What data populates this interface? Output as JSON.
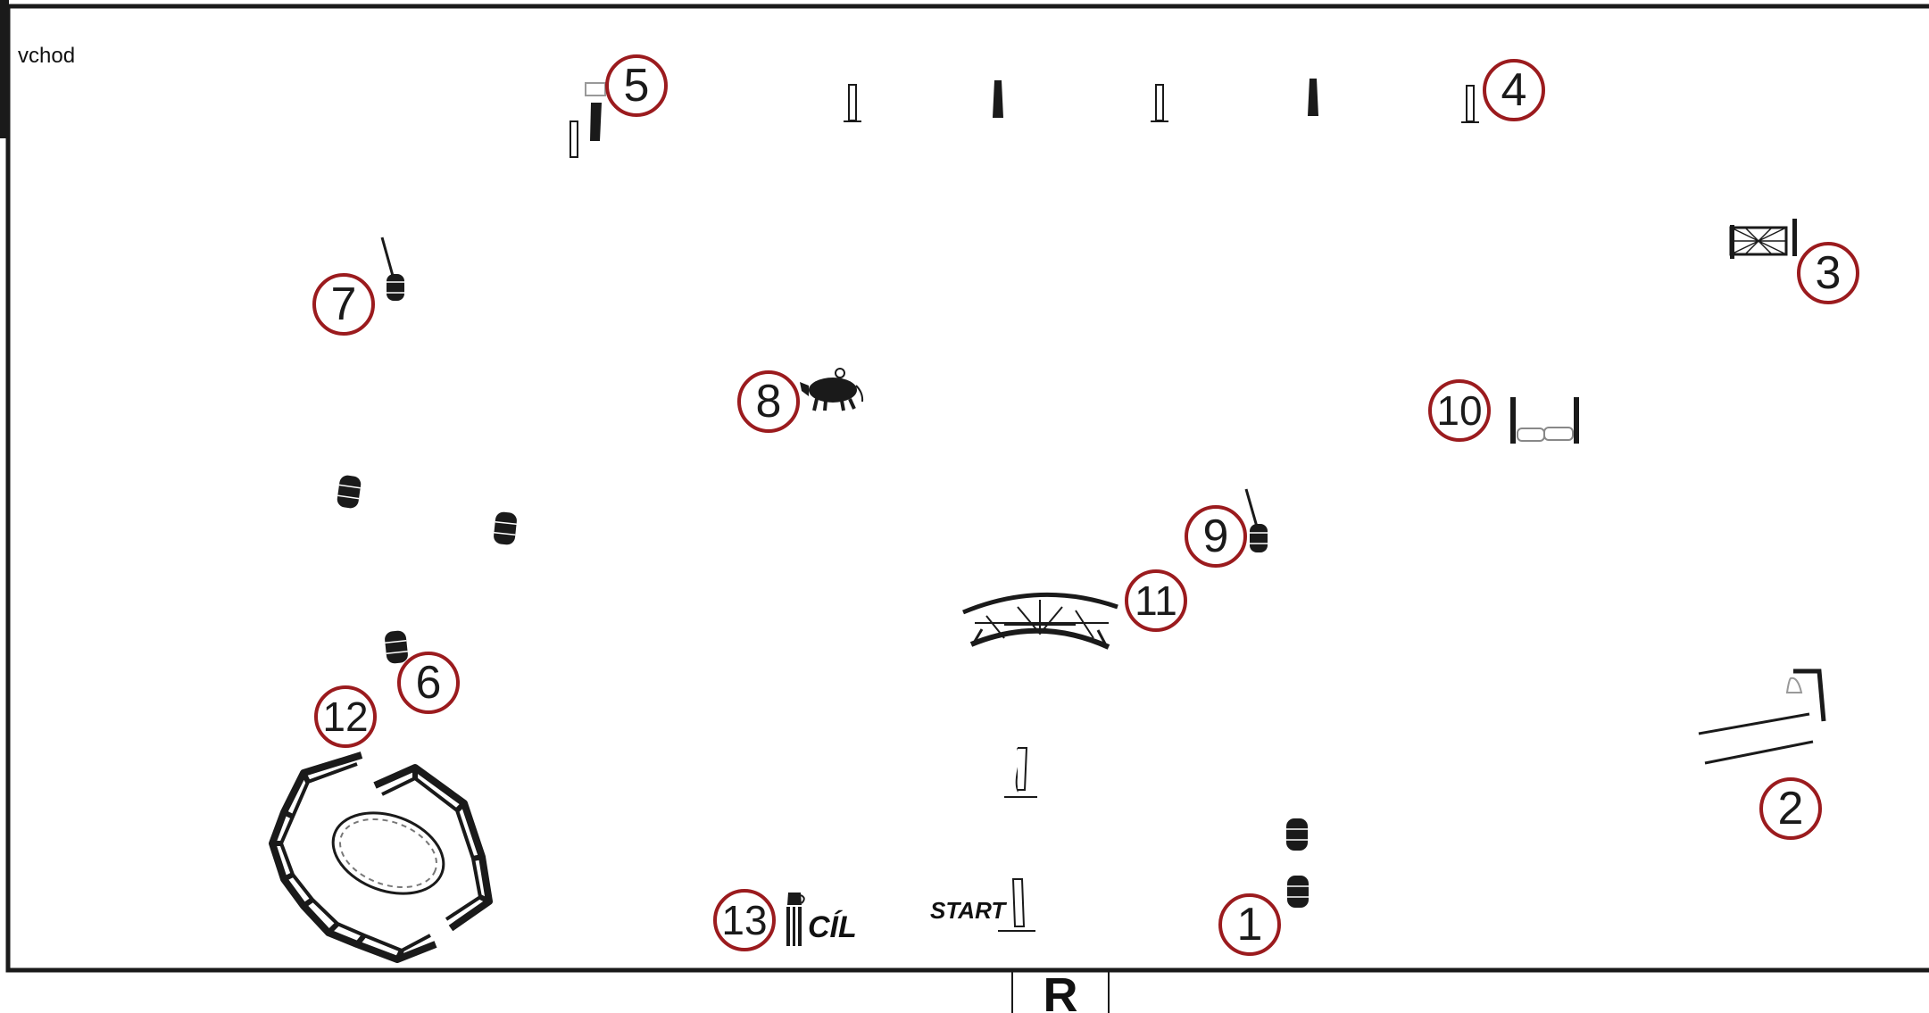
{
  "entrance_label": "vchod",
  "judge_label": "R",
  "start_label": "START",
  "finish_label": "CÍL",
  "obstacles": [
    {
      "number": "1",
      "name": "barrels"
    },
    {
      "number": "2",
      "name": "bell-gate"
    },
    {
      "number": "3",
      "name": "gate"
    },
    {
      "number": "4",
      "name": "slalom-end"
    },
    {
      "number": "5",
      "name": "slalom-start"
    },
    {
      "number": "6",
      "name": "barrels-triangle"
    },
    {
      "number": "7",
      "name": "barrel-with-pole"
    },
    {
      "number": "8",
      "name": "bull"
    },
    {
      "number": "9",
      "name": "barrel-with-pole"
    },
    {
      "number": "10",
      "name": "hay-bales-jump"
    },
    {
      "number": "11",
      "name": "bridge"
    },
    {
      "number": "12",
      "name": "round-pen"
    },
    {
      "number": "13",
      "name": "finish-jug"
    }
  ]
}
